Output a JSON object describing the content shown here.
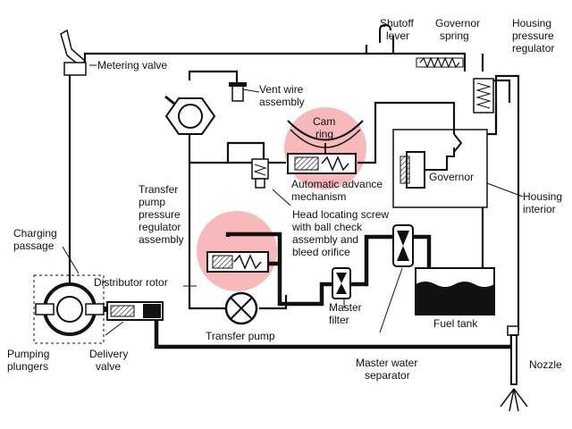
{
  "labels": {
    "shutoff_lever": [
      "Shutoff",
      "lever"
    ],
    "governor_spring": [
      "Governor",
      "spring"
    ],
    "housing_pressure_regulator": [
      "Housing",
      "pressure",
      "regulator"
    ],
    "metering_valve": "Metering valve",
    "vent_wire_assembly": [
      "Vent wire",
      "assembly"
    ],
    "cam_ring": [
      "Cam",
      "ring"
    ],
    "automatic_advance": [
      "Automatic advance",
      "mechanism"
    ],
    "governor": "Governor",
    "housing_interior": [
      "Housing",
      "interior"
    ],
    "transfer_pump_regulator": [
      "Transfer",
      "pump",
      "pressure",
      "regulator",
      "assembly"
    ],
    "head_locating_screw": [
      "Head locating screw",
      "with ball check",
      "assembly and",
      "bleed orifice"
    ],
    "charging_passage": [
      "Charging",
      "passage"
    ],
    "distributor_rotor": "Distributor rotor",
    "master_filter": [
      "Master",
      "filter"
    ],
    "fuel_tank": "Fuel tank",
    "transfer_pump": "Transfer pump",
    "pumping_plungers": [
      "Pumping",
      "plungers"
    ],
    "delivery_valve": [
      "Delivery",
      "valve"
    ],
    "master_water_separator": [
      "Master water",
      "separator"
    ],
    "nozzle": "Nozzle"
  },
  "colors": {
    "line": "#111111",
    "highlight": "#f08080"
  }
}
